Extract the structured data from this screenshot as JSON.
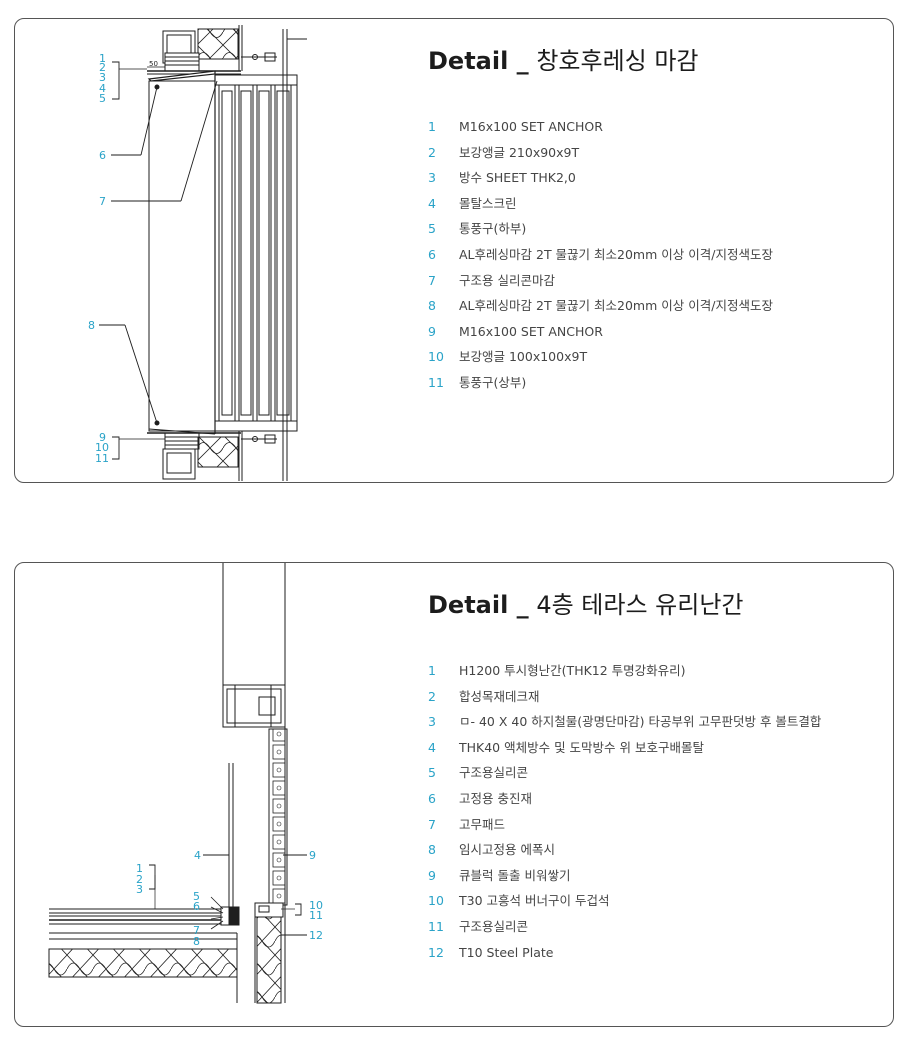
{
  "details": [
    {
      "title_lead": "Detail _",
      "title_rest": "창호후레싱 마감",
      "items": [
        {
          "no": "1",
          "text": "M16x100 SET ANCHOR"
        },
        {
          "no": "2",
          "text": "보강앵글 210x90x9T"
        },
        {
          "no": "3",
          "text": "방수 SHEET THK2,0"
        },
        {
          "no": "4",
          "text": "몰탈스크린"
        },
        {
          "no": "5",
          "text": "통풍구(하부)"
        },
        {
          "no": "6",
          "text": "AL후레싱마감 2T 물끊기 최소20mm 이상 이격/지정색도장"
        },
        {
          "no": "7",
          "text": "구조용 실리콘마감"
        },
        {
          "no": "8",
          "text": "AL후레싱마감 2T 물끊기 최소20mm 이상 이격/지정색도장"
        },
        {
          "no": "9",
          "text": "M16x100 SET ANCHOR"
        },
        {
          "no": "10",
          "text": "보강앵글 100x100x9T"
        },
        {
          "no": "11",
          "text": "통풍구(상부)"
        }
      ],
      "dimension_label": "50"
    },
    {
      "title_lead": "Detail _",
      "title_rest": "4층 테라스 유리난간",
      "items": [
        {
          "no": "1",
          "text": "H1200 투시형난간(THK12 투명강화유리)"
        },
        {
          "no": "2",
          "text": "합성목재데크재"
        },
        {
          "no": "3",
          "text": "ㅁ- 40 X 40 하지철물(광명단마감) 타공부위 고무판덧방 후 볼트결합"
        },
        {
          "no": "4",
          "text": "THK40 액체방수 및 도막방수 위 보호구배몰탈"
        },
        {
          "no": "5",
          "text": "구조용실리콘"
        },
        {
          "no": "6",
          "text": "고정용 충진재"
        },
        {
          "no": "7",
          "text": "고무패드"
        },
        {
          "no": "8",
          "text": "임시고정용 에폭시"
        },
        {
          "no": "9",
          "text": "큐블럭 돌출 비워쌓기"
        },
        {
          "no": "10",
          "text": "T30 고흥석 버너구이 두겁석"
        },
        {
          "no": "11",
          "text": "구조용실리콘"
        },
        {
          "no": "12",
          "text": "T10 Steel Plate"
        }
      ]
    }
  ],
  "colors": {
    "accent": "#2aa3c8",
    "line": "#1e1e1e",
    "border": "#555555"
  },
  "drawing_callouts": {
    "detail1": [
      "1",
      "2",
      "3",
      "4",
      "5",
      "6",
      "7",
      "8",
      "9",
      "10",
      "11"
    ],
    "detail2": [
      "1",
      "2",
      "3",
      "4",
      "5",
      "6",
      "7",
      "8",
      "9",
      "10",
      "11",
      "12"
    ]
  }
}
